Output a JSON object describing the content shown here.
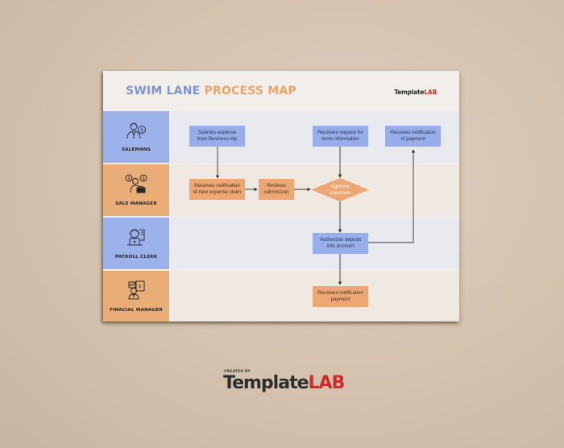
{
  "sheet": {
    "title_part1": "SWIM LANE",
    "title_part2": "PROCESS MAP",
    "brand_part1": "Template",
    "brand_part2": "LAB"
  },
  "lanes": [
    {
      "name": "SALEMANS",
      "icon": "salesman-dollar-icon",
      "color": "#9db2ea"
    },
    {
      "name": "SALE MANAGER",
      "icon": "manager-briefcase-dollar-icon",
      "color": "#e9ad78"
    },
    {
      "name": "PAYROLL CLERK",
      "icon": "clerk-computer-icon",
      "color": "#9db2ea"
    },
    {
      "name": "FINACIAL MANAGER",
      "icon": "financial-manager-chart-icon",
      "color": "#e9ad78"
    }
  ],
  "nodes": {
    "submits": {
      "line1": "Submits expense",
      "line2": "from Business trip"
    },
    "receives_notification_claim": {
      "line1": "Receives notification",
      "line2": "of new expense claim"
    },
    "reviews": {
      "line1": "Reviews",
      "line2": "submission"
    },
    "approve": {
      "line1": "Approve",
      "line2": "expenses"
    },
    "receives_request": {
      "line1": "Receives request for",
      "line2": "more information"
    },
    "receives_notification_payment_top": {
      "line1": "Receives notification",
      "line2": "of payment"
    },
    "authorizes": {
      "line1": "Authorizes deposit",
      "line2": "info account"
    },
    "receives_notification_payment_bottom": {
      "line1": "Receives notification",
      "line2": "payment"
    }
  },
  "footer": {
    "created_by": "CREATED BY",
    "brand_part1": "Template",
    "brand_part2": "LAB"
  },
  "colors": {
    "blue_accent": "#9db2ea",
    "orange_accent": "#e9ad78",
    "brand_red": "#d1302f"
  }
}
